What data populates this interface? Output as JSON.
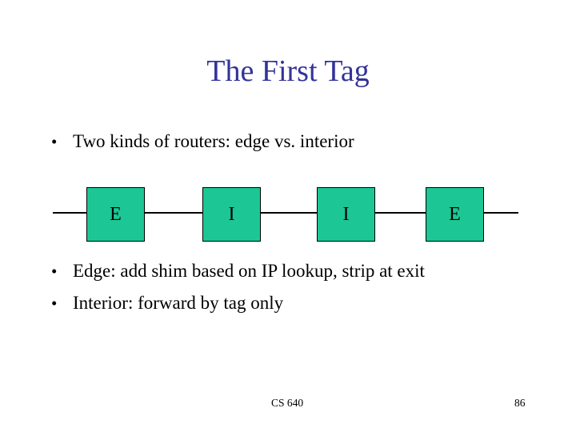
{
  "slide": {
    "title": "The First Tag",
    "bullet_char": "•",
    "bullets_top": [
      "Two kinds of routers: edge vs. interior"
    ],
    "bullets_bottom": [
      "Edge: add shim based on IP lookup, strip at exit",
      "Interior: forward by tag only"
    ],
    "diagram": {
      "routers": [
        {
          "label": "E"
        },
        {
          "label": "I"
        },
        {
          "label": "I"
        },
        {
          "label": "E"
        }
      ]
    },
    "footer": {
      "course": "CS 640",
      "page_number": "86"
    },
    "colors": {
      "title_text": "#333399",
      "router_fill": "#1CC795",
      "line": "#000000"
    }
  }
}
